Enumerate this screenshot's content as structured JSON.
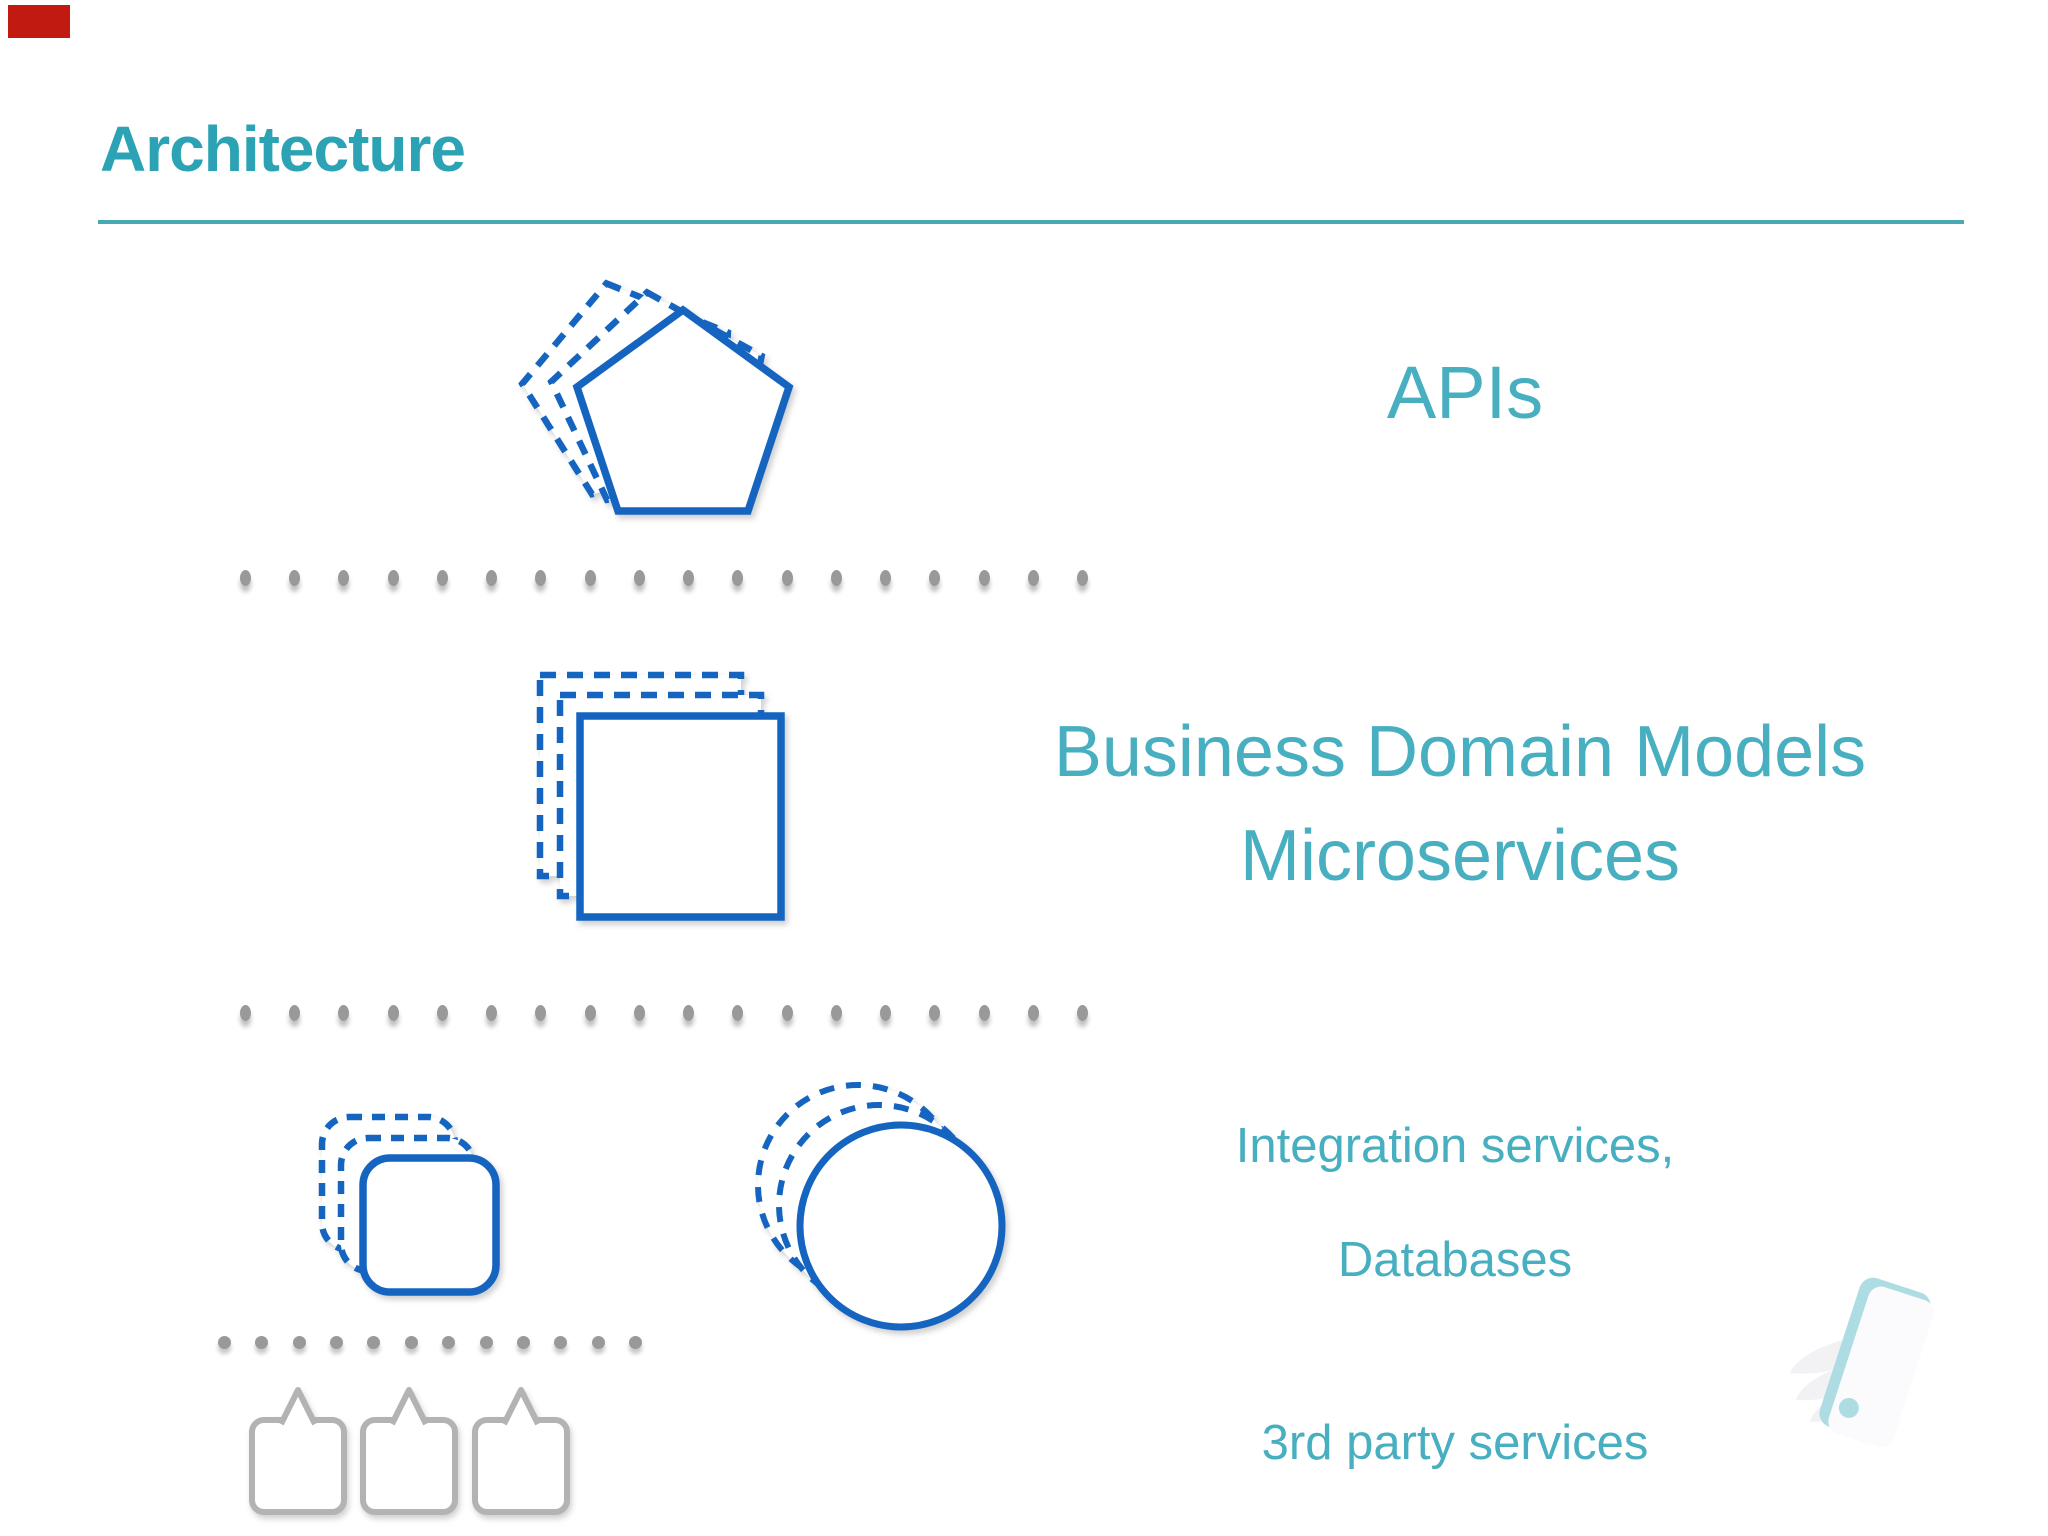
{
  "slide": {
    "title": "Architecture",
    "recording_marker": ""
  },
  "labels": {
    "apis": "APIs",
    "business_line1": "Business Domain Models",
    "business_line2": "Microservices",
    "integration_line1": "Integration services,",
    "integration_line2": "Databases",
    "third_party": "3rd party services"
  },
  "icons": {
    "apis_shape": "pentagon-stack-icon",
    "business_shape": "square-stack-icon",
    "integration_shape_1": "rounded-square-stack-icon",
    "integration_shape_2": "circle-stack-icon",
    "third_party_shape": "speech-bubbles-icon",
    "separator": "dotted-separator",
    "logo": "phone-wing-logo"
  },
  "colors": {
    "title_teal": "#2CA3B4",
    "rule_teal": "#48A9B2",
    "label_teal": "#47AFC0",
    "shape_blue": "#1565C0",
    "separator_gray": "#999999",
    "bubble_gray": "#B3B3B3",
    "logo_teal": "#A9DCE2",
    "recording_marker_red": "#C11A10"
  }
}
